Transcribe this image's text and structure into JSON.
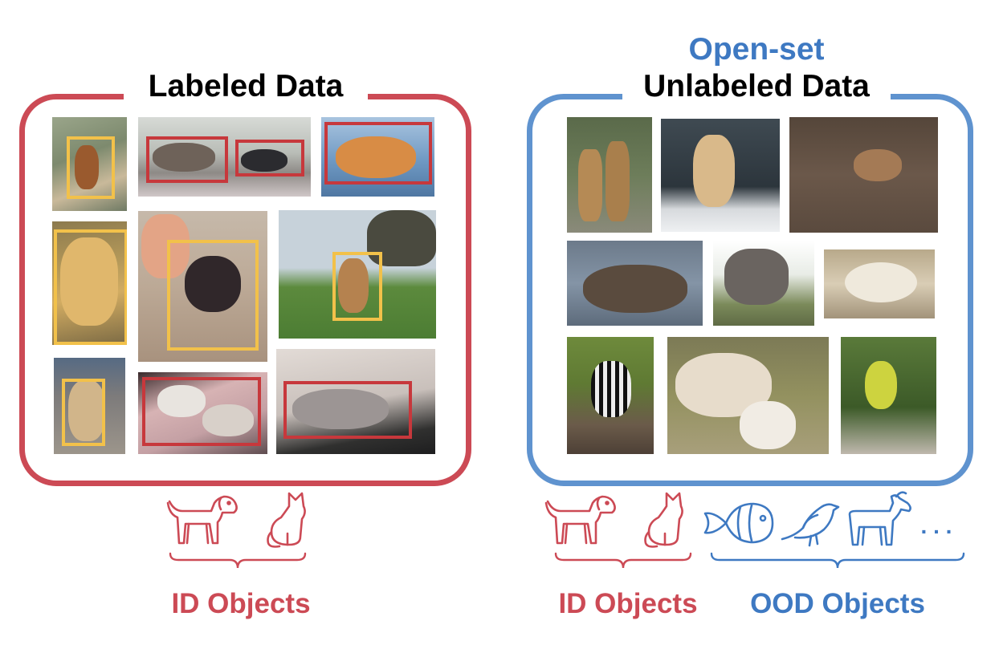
{
  "left_panel": {
    "title": "Labeled Data",
    "caption": "ID Objects",
    "icons": [
      "dog-icon",
      "cat-icon"
    ]
  },
  "right_panel": {
    "title_line1": "Open-set",
    "title_line2": "Unlabeled Data",
    "caption_id": "ID Objects",
    "caption_ood": "OOD Objects",
    "id_icons": [
      "dog-icon",
      "cat-icon"
    ],
    "ood_icons": [
      "fish-icon",
      "bird-icon",
      "goat-icon"
    ],
    "ellipsis": ". . ."
  },
  "colors": {
    "id_red": "#cc4a55",
    "ood_blue": "#3e79c2",
    "frame_blue": "#5f93cf",
    "box_yellow": "#f2c14a",
    "box_red": "#c7383c"
  }
}
